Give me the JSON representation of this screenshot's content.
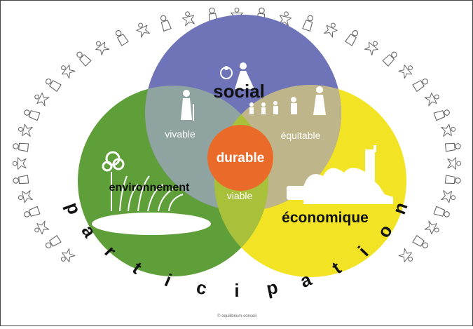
{
  "diagram": {
    "circles": {
      "social": {
        "label": "social",
        "color": "#6f74b8"
      },
      "environnement": {
        "label": "environnement",
        "color": "#5f9f3a"
      },
      "economique": {
        "label": "économique",
        "color": "#f2e425"
      }
    },
    "intersections": {
      "vivable": "vivable",
      "equitable": "équitable",
      "viable": "viable"
    },
    "center": {
      "label": "durable",
      "color": "#ea6a2a"
    },
    "ring_word": [
      "p",
      "a",
      "r",
      "t",
      "i",
      "c",
      "i",
      "p",
      "a",
      "t",
      "i",
      "o",
      "n"
    ],
    "credit": "© equilibrium-conseil"
  }
}
